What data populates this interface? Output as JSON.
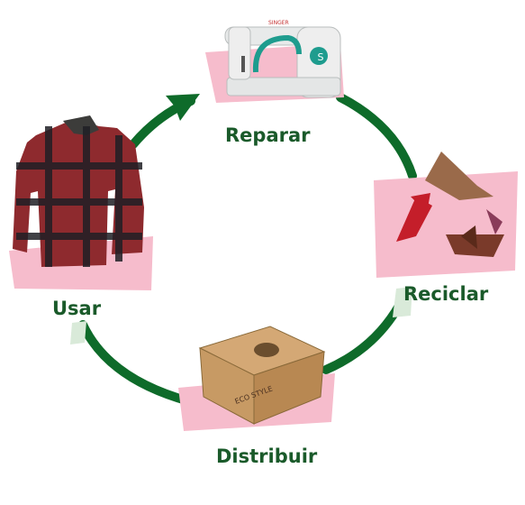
{
  "colors": {
    "arrow": "#0e6b2a",
    "label": "#1a5a2a",
    "pink_patch": "#f6bccc"
  },
  "stages": [
    {
      "label": "Reparar",
      "icon": "sewing-machine-icon"
    },
    {
      "label": "Reciclar",
      "icon": "recycle-icon"
    },
    {
      "label": "Distribuir",
      "icon": "box-icon"
    },
    {
      "label": "Usar",
      "icon": "shirt-icon"
    }
  ],
  "box_text": "ECO STYLE",
  "machine_brand": "SINGER"
}
